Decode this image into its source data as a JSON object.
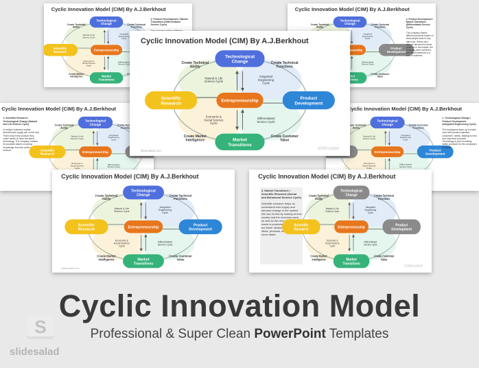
{
  "slide_title": "Cyclic Innovation Model (CIM) By A.J.Berkhout",
  "nodes": {
    "top": "Technological Change",
    "left": "Scientific Research",
    "center": "Entrepreneurship",
    "right": "Product Development",
    "bottom": "Market Transitions"
  },
  "labels": {
    "tl": "Create Technical Ability",
    "tr": "Create Technical Functions",
    "bl": "Create Market Intelligence",
    "br": "Create Customer Value",
    "cycle_nat": "Natural & Life Science Cycle",
    "cycle_eng": "Integrated Engineering Cycle",
    "cycle_eco": "Economic & Social Science Cycle",
    "cycle_svc": "Differentiated Service Cycle"
  },
  "side_texts": {
    "right_top": {
      "heading": "2. Product Development / Market Transitions (Differentiated Service Cycle)",
      "body": "The company makes different products based on what people want to buy right now. If there isn't enough demand for those products in the market, the company won't sell them, and that investment is a loss of business."
    },
    "left_mid": {
      "heading": "4. Scientific Research / Technological Change (Natural and Life Science Cycle)",
      "body": "In today's business market, demand and supply are on the rise. That's why every product they make needs to have the latest technology. The company creates its products based on strong knowledge from the world of science."
    },
    "right_mid": {
      "heading": "1. Technological Change / Product Development (Integrated Engineering Cycle)",
      "body": "The employees team up to make sure their product satisfies customers' needs, leading to new and improved products. Technology is part of making better products for the company's business."
    },
    "bottom_right": {
      "heading": "3. Market Transitions / Scientific Research (Social and Behavioral Science Cycle)",
      "body": "Scientific research helps us understand how supply and demand change in the market. We can do this by looking at how society and the economy work, as well as the new investments made in products. When there are fewer obstacles, information, ideas, products, and money can move faster."
    }
  },
  "footer_logo": "slidesalad.com",
  "watermark": "slidesalad",
  "main_title": "Cyclic Innovation Model",
  "subtitle_pre": "Professional & Super Clean",
  "subtitle_bold": "PowerPoint",
  "subtitle_post": "Templates",
  "brand_name": "slidesalad",
  "colors": {
    "top": "#4f6fdd",
    "left": "#f3c21d",
    "center": "#e8761c",
    "right": "#2e86d6",
    "bottom": "#35b37a",
    "gray": "#8a8a8a"
  }
}
